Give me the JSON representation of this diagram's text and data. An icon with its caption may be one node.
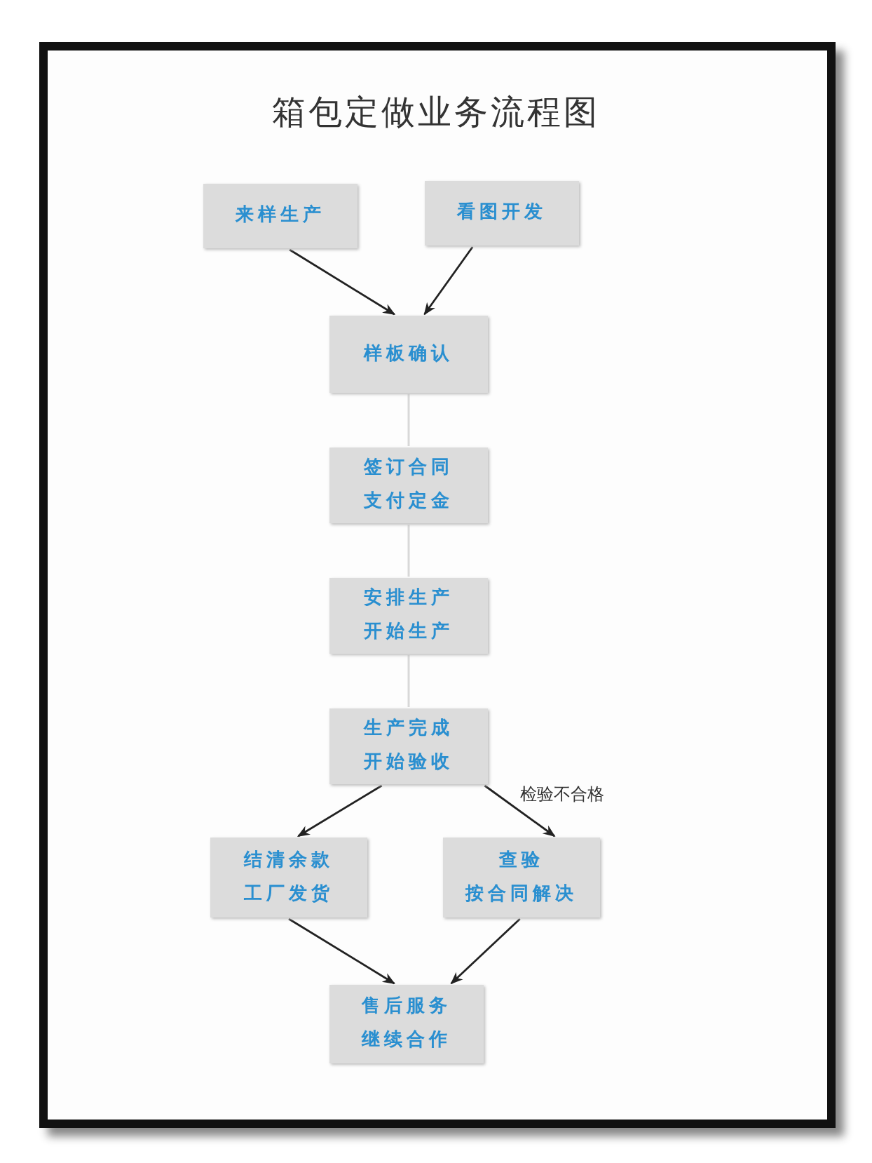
{
  "diagram": {
    "title": "箱包定做业务流程图",
    "nodes": [
      {
        "text": [
          "来样生产"
        ]
      },
      {
        "text": [
          "看图开发"
        ]
      },
      {
        "text": [
          "样板确认"
        ]
      },
      {
        "text": [
          "签订合同",
          "支付定金"
        ]
      },
      {
        "text": [
          "安排生产",
          "开始生产"
        ]
      },
      {
        "text": [
          "生产完成",
          "开始验收"
        ]
      },
      {
        "text": [
          "结清余款",
          "工厂发货"
        ]
      },
      {
        "text": [
          "查验",
          "按合同解决"
        ]
      },
      {
        "text": [
          "售后服务",
          "继续合作"
        ]
      }
    ],
    "edges": [
      {
        "from": 0,
        "to": 2,
        "arrow": "to"
      },
      {
        "from": 1,
        "to": 2,
        "arrow": "to"
      },
      {
        "from": 2,
        "to": 3,
        "arrow": "none",
        "color": "#d8d8d8"
      },
      {
        "from": 3,
        "to": 4,
        "arrow": "none",
        "color": "#d8d8d8"
      },
      {
        "from": 4,
        "to": 5,
        "arrow": "none",
        "color": "#d8d8d8"
      },
      {
        "from": 5,
        "to": 6,
        "arrow": "to"
      },
      {
        "from": 5,
        "to": 7,
        "arrow": "to",
        "label": "检验不合格"
      },
      {
        "from": 6,
        "to": 8,
        "arrow": "to"
      },
      {
        "from": 7,
        "to": 8,
        "arrow": "to"
      }
    ]
  }
}
